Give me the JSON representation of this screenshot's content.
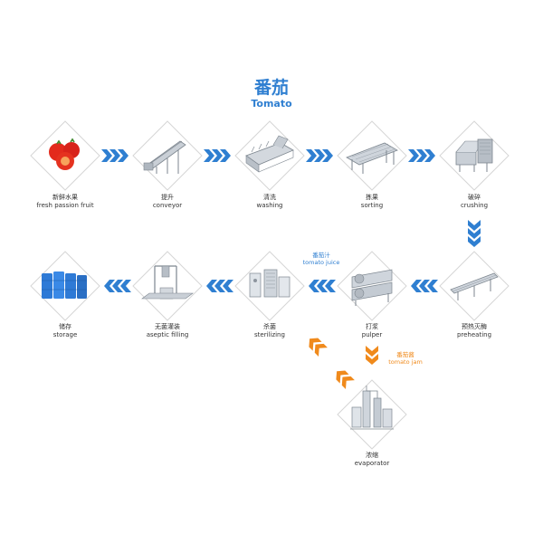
{
  "colors": {
    "blue": "#2f7fd1",
    "orange": "#f08a1c",
    "diamond_border": "#d6d6d6",
    "text": "#333333"
  },
  "title": {
    "cn": "番茄",
    "en": "Tomato"
  },
  "steps": [
    {
      "cn": "新鲜水果",
      "en": "fresh passion fruit",
      "icon": "tomato-icon"
    },
    {
      "cn": "提升",
      "en": "conveyor",
      "icon": "conveyor-icon"
    },
    {
      "cn": "清洗",
      "en": "washing",
      "icon": "washing-machine-icon"
    },
    {
      "cn": "拣果",
      "en": "sorting",
      "icon": "sorting-table-icon"
    },
    {
      "cn": "破碎",
      "en": "crushing",
      "icon": "crusher-icon"
    },
    {
      "cn": "储存",
      "en": "storage",
      "icon": "storage-tanks-icon"
    },
    {
      "cn": "无菌灌装",
      "en": "aseptic filling",
      "icon": "aseptic-filler-icon"
    },
    {
      "cn": "杀菌",
      "en": "sterilizing",
      "icon": "sterilizer-icon"
    },
    {
      "cn": "打浆",
      "en": "pulper",
      "icon": "pulper-icon"
    },
    {
      "cn": "预热灭酶",
      "en": "preheating",
      "icon": "preheater-icon"
    },
    {
      "cn": "浓缩",
      "en": "evaporator",
      "icon": "evaporator-icon"
    }
  ],
  "flows": {
    "juice": {
      "cn": "番茄汁",
      "en": "tomato juice"
    },
    "jam": {
      "cn": "番茄酱",
      "en": "tomato jam"
    }
  }
}
